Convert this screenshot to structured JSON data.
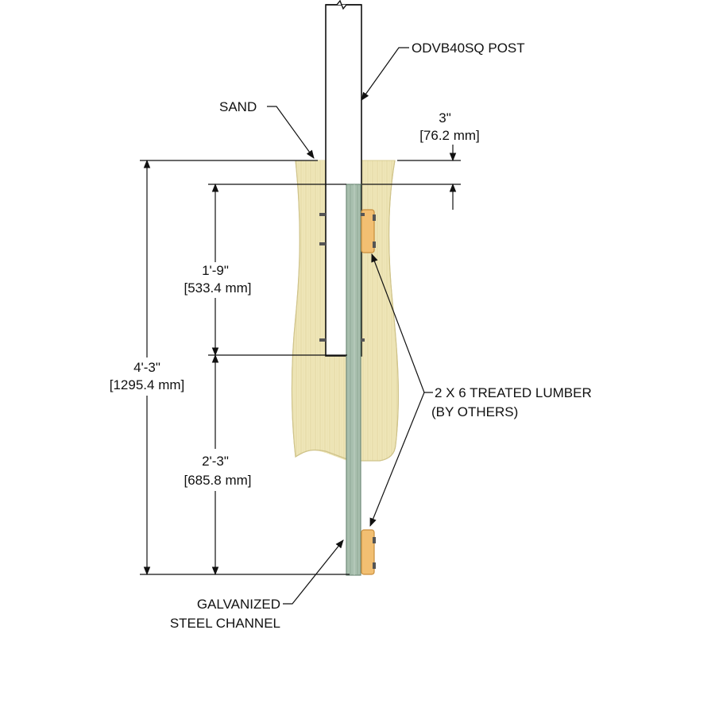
{
  "labels": {
    "post": "ODVB40SQ POST",
    "sand": "SAND",
    "lumber_line1": "2 X 6 TREATED LUMBER",
    "lumber_line2": "(BY OTHERS)",
    "channel_line1": "GALVANIZED",
    "channel_line2": "STEEL CHANNEL"
  },
  "dimensions": {
    "top_offset": {
      "imperial": "3\"",
      "metric": "[76.2 mm]"
    },
    "upper": {
      "imperial": "1'-9\"",
      "metric": "[533.4 mm]"
    },
    "overall": {
      "imperial": "4'-3\"",
      "metric": "[1295.4 mm]"
    },
    "lower": {
      "imperial": "2'-3\"",
      "metric": "[685.8 mm]"
    }
  },
  "colors": {
    "sand": "#efe6b8",
    "sand_line": "#d8cc92",
    "channel": "#a8bfae",
    "channel_dark": "#6f8a78",
    "lumber": "#f2bf72",
    "lumber_dark": "#c98e3c",
    "line": "#111111"
  }
}
